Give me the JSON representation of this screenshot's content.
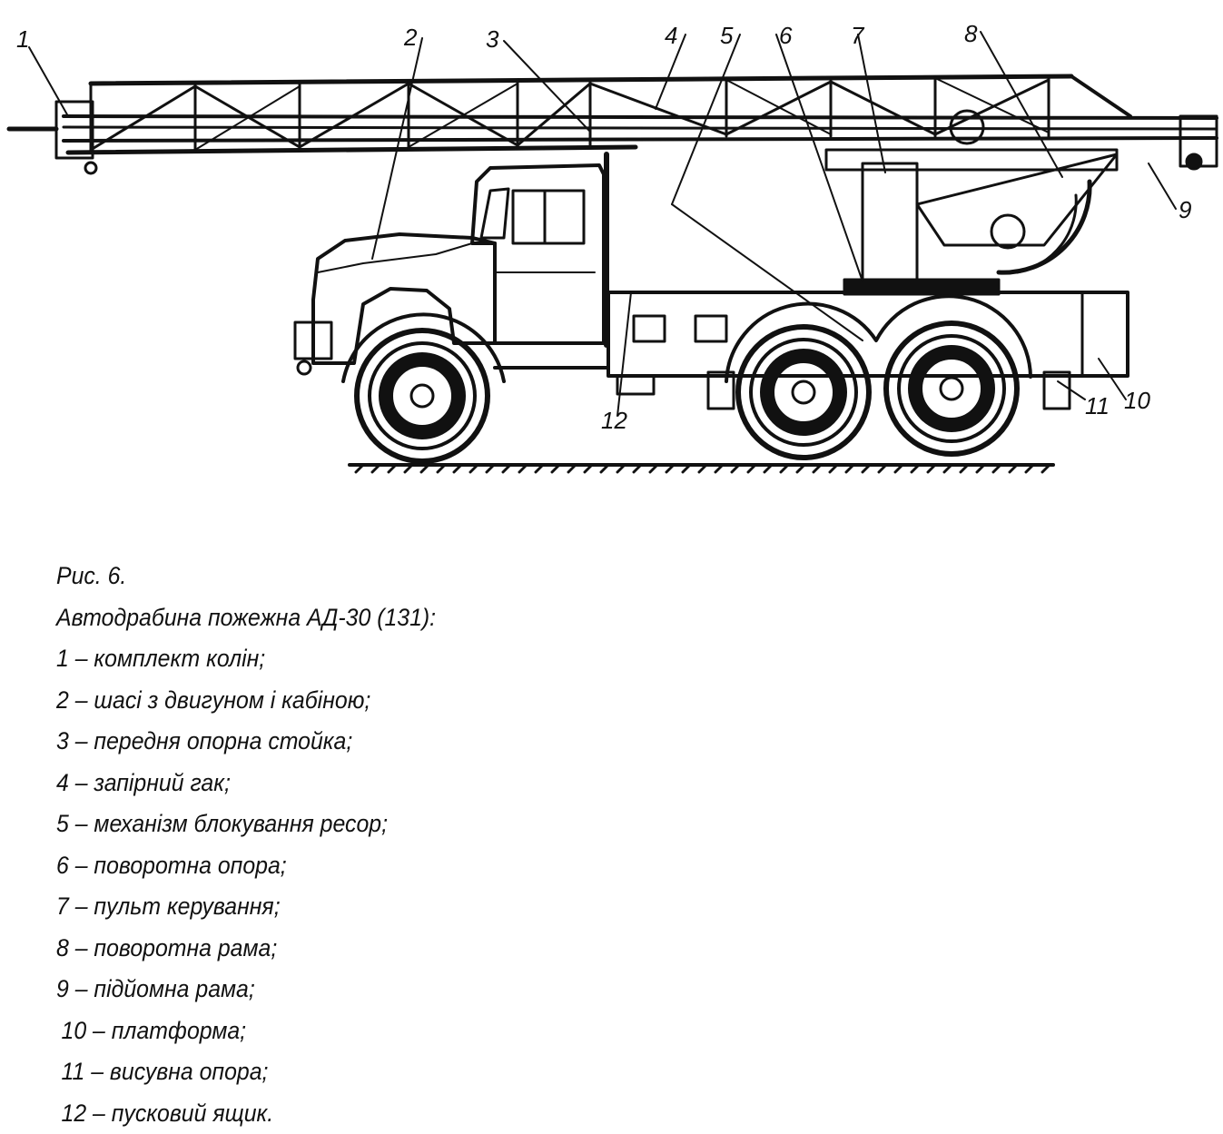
{
  "figure": {
    "callouts": [
      "1",
      "2",
      "3",
      "4",
      "5",
      "6",
      "7",
      "8",
      "9",
      "10",
      "11",
      "12"
    ]
  },
  "caption": {
    "fig_label": "Рис. 6.",
    "title": "Автодрабина пожежна АД-30 (131):",
    "items": [
      "1 – комплект колін;",
      "2 – шасі з двигуном і кабіною;",
      "3 – передня опорна стойка;",
      "4 – запірний гак;",
      "5 – механізм блокування ресор;",
      "6 – поворотна опора;",
      "7 – пульт керування;",
      "8 – поворотна рама;",
      "9 – підйомна рама;",
      "10 – платформа;",
      "11 – висувна опора;",
      "12 – пусковий ящик."
    ]
  }
}
